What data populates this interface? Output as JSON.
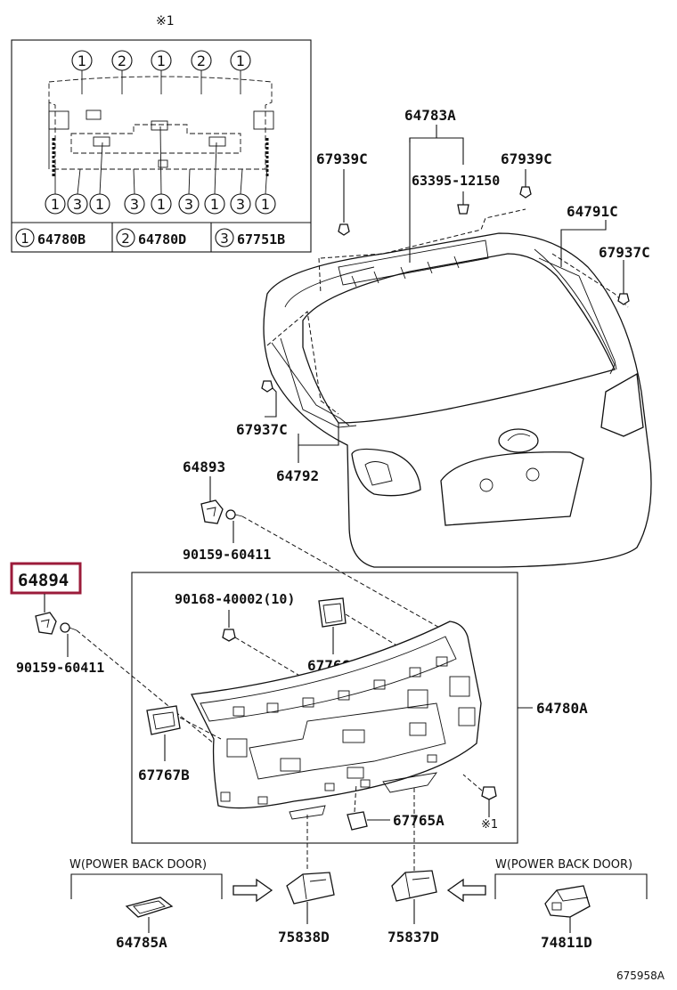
{
  "inset": {
    "marker": "※1",
    "top_callouts": [
      "1",
      "2",
      "1",
      "2",
      "1"
    ],
    "bottom_callouts": [
      "1",
      "3",
      "1",
      "3",
      "1",
      "3",
      "1",
      "3",
      "1"
    ],
    "legend": [
      {
        "num": "1",
        "part": "64780B"
      },
      {
        "num": "2",
        "part": "64780D"
      },
      {
        "num": "3",
        "part": "67751B"
      }
    ]
  },
  "labels": {
    "p64783A": "64783A",
    "p67939C_left": "67939C",
    "p67939C_right": "67939C",
    "p63395": "63395-12150",
    "p64791C": "64791C",
    "p67937C_right": "67937C",
    "p67937C_left": "67937C",
    "p64792": "64792",
    "p64893": "64893",
    "p90159_upper": "90159-60411",
    "p64894": "64894",
    "p90159_lower": "90159-60411",
    "p90168": "90168-40002(10)",
    "p67766": "67766",
    "p64780A": "64780A",
    "p67767B": "67767B",
    "p67765A": "67765A",
    "marker_ref": "※1",
    "p64785A": "64785A",
    "p75838D": "75838D",
    "p75837D": "75837D",
    "p74811D": "74811D",
    "note_left": "W(POWER BACK DOOR)",
    "note_right": "W(POWER BACK DOOR)",
    "diagram_id": "675958A"
  },
  "colors": {
    "highlight": "#9b1b3a",
    "ink": "#111111"
  }
}
